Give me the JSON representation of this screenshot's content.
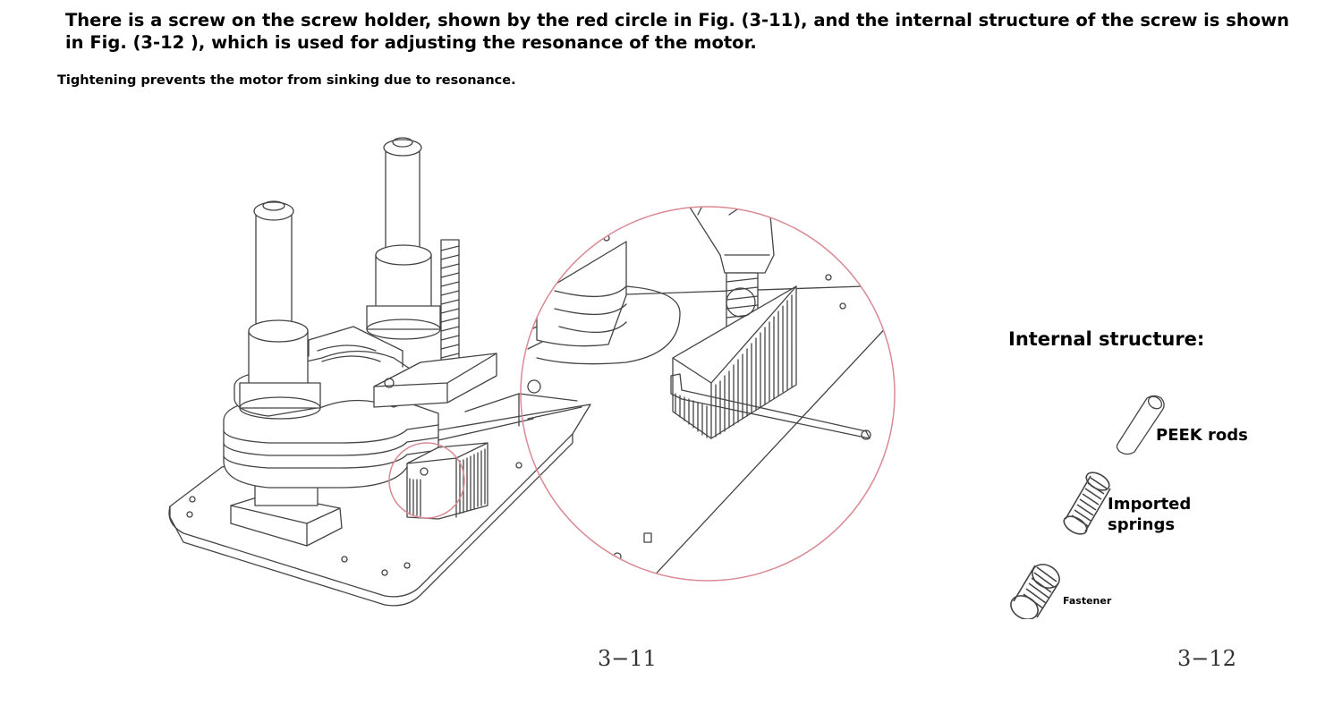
{
  "intro_text": "There is a screw on the screw holder, shown by the red circle in Fig. (3-11), and the internal structure of the screw is shown in Fig. (3-12 ), which is used for adjusting the resonance of the motor.",
  "note_text": "Tightening prevents the motor from sinking due to resonance.",
  "figure_left": {
    "number": "3−11"
  },
  "figure_right": {
    "number": "3−12",
    "title": "Internal structure:",
    "parts": [
      {
        "label": "PEEK rods"
      },
      {
        "label": "Imported springs"
      },
      {
        "label": "Fastener"
      }
    ]
  },
  "colors": {
    "highlight_circle": "#d98a94",
    "line_art": "#444444"
  }
}
